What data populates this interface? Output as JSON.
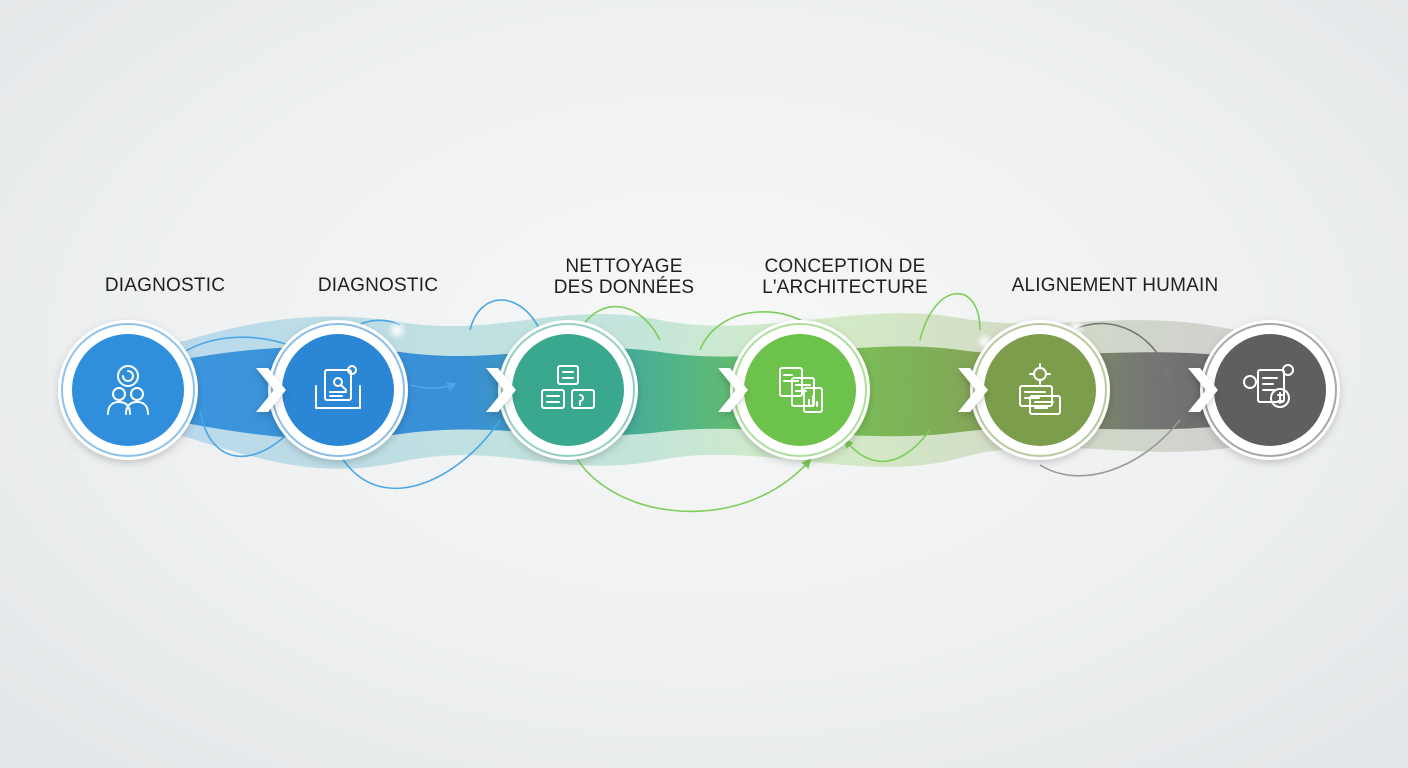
{
  "colors": {
    "blue": "#2f8fdc",
    "blue_deep": "#1f78c8",
    "teal": "#3aae8e",
    "green": "#6cc24a",
    "olive": "#7ea24b",
    "gray": "#666666",
    "connector_blue": "#4aa6e6",
    "connector_green": "#7ccd5a",
    "connector_gray": "#8e8e8e"
  },
  "steps": [
    {
      "label": "DIAGNOSTIC",
      "icon": "people-icon",
      "color": "#2f8fdc"
    },
    {
      "label": "DIAGNOSTIC",
      "icon": "document-search-icon",
      "color": "#2b86d6"
    },
    {
      "label": "NETTOYAGE\nDES DONNÉES",
      "icon": "data-blocks-icon",
      "color": "#3aa88e"
    },
    {
      "label": "CONCEPTION DE\nL'ARCHITECTURE",
      "icon": "architecture-documents-icon",
      "color": "#6cc24a"
    },
    {
      "label": "ALIGNEMENT HUMAIN",
      "icon": "settings-document-icon",
      "color": "#7b9d4c"
    },
    {
      "label": "",
      "icon": "document-network-icon",
      "color": "#5f5f5f"
    }
  ]
}
